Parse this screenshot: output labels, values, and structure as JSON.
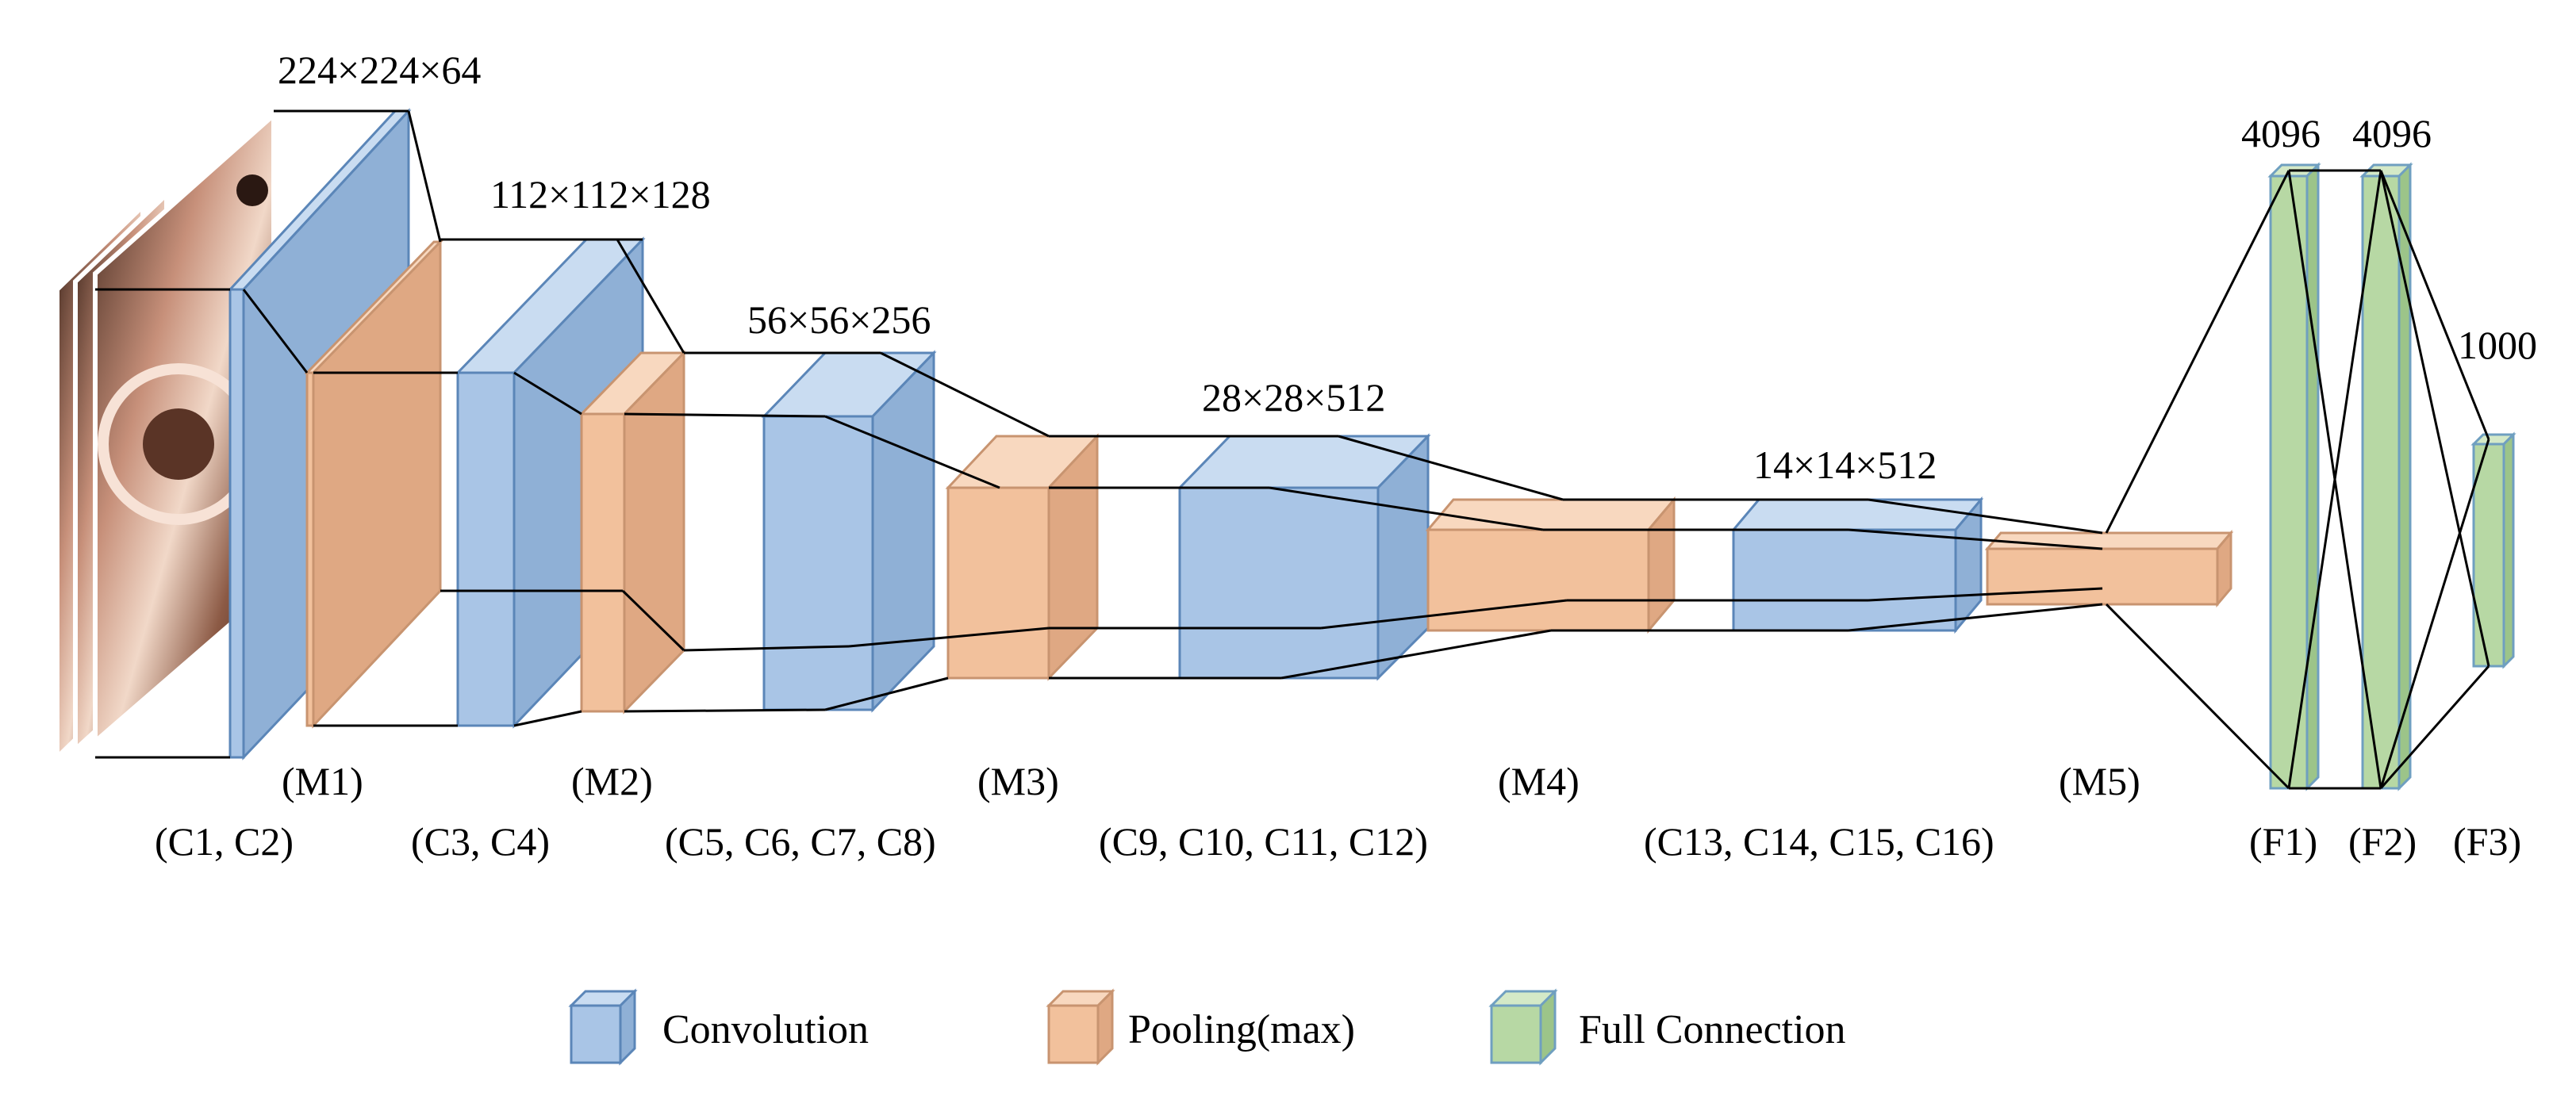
{
  "dims": {
    "d1": "224×224×64",
    "d2": "112×112×128",
    "d3": "56×56×256",
    "d4": "28×28×512",
    "d5": "14×14×512",
    "fc1": "4096",
    "fc2": "4096",
    "fc3": "1000"
  },
  "pool_labels": [
    "(M1)",
    "(M2)",
    "(M3)",
    "(M4)",
    "(M5)"
  ],
  "conv_labels": [
    "(C1, C2)",
    "(C3, C4)",
    "(C5, C6, C7, C8)",
    "(C9, C10, C11, C12)",
    "(C13, C14, C15, C16)"
  ],
  "fc_labels": [
    "(F1)",
    "(F2)",
    "(F3)"
  ],
  "legend": {
    "convolution": "Convolution",
    "pooling": "Pooling(max)",
    "full": "Full Connection"
  },
  "colors": {
    "convolution": "#a9c5e6",
    "pooling": "#f2c19c",
    "full_connection": "#b7d8a4"
  }
}
